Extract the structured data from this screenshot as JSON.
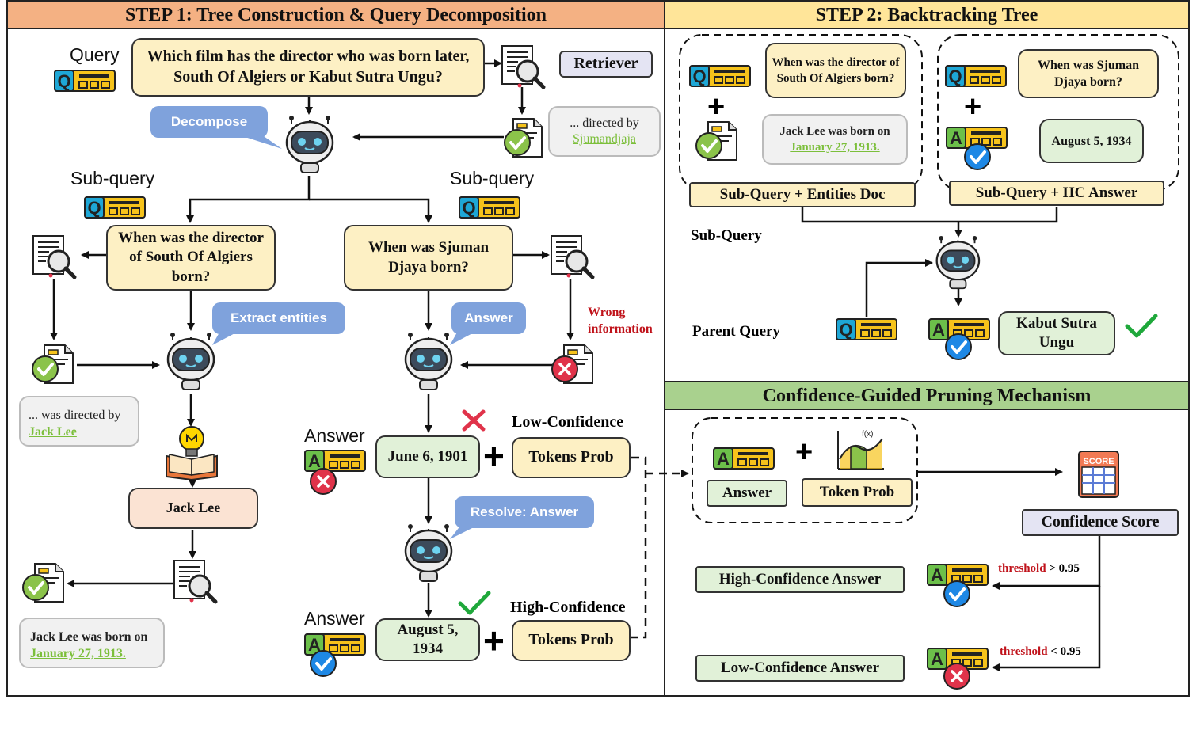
{
  "step1": {
    "title": "STEP 1: Tree  Construction & Query Decomposition",
    "query_label": "Query",
    "query_text": "Which film has the director who was born later, South Of Algiers or Kabut Sutra Ungu?",
    "retriever": "Retriever",
    "retrieved_prefix": "... directed by",
    "retrieved_entity": "Sjumandjaja",
    "decompose": "Decompose",
    "subquery_label": "Sub-query",
    "subquery_left": "When was the director of South Of Algiers born?",
    "subquery_right": "When was Sjuman Djaya born?",
    "extract_entities": "Extract entities",
    "answer_bubble": "Answer",
    "wrong_information": "Wrong information",
    "doc_left_prefix": "... was directed by",
    "doc_left_entity": "Jack Lee",
    "entity_node": "Jack Lee",
    "born_prefix": "Jack Lee was born on",
    "born_date": "January 27, 1913.",
    "answer_label": "Answer",
    "low_answer": "June 6, 1901",
    "low_confidence": "Low-Confidence",
    "tokens_prob": "Tokens Prob",
    "resolve_bubble": "Resolve: Answer",
    "high_answer": "August 5, 1934",
    "high_confidence": "High-Confidence",
    "plus": "+"
  },
  "step2": {
    "title": "STEP 2: Backtracking Tree",
    "q1": "When was the director of South Of Algiers born?",
    "doc1_prefix": "Jack Lee was born on",
    "doc1_date": "January 27, 1913.",
    "q2": "When was Sjuman Djaya born?",
    "a2": "August 5, 1934",
    "label1": "Sub-Query + Entities Doc",
    "label2": "Sub-Query + HC Answer",
    "subquery_label": "Sub-Query",
    "parent_label": "Parent Query",
    "final_answer": "Kabut Sutra Ungu",
    "plus": "+"
  },
  "pruning": {
    "title": "Confidence-Guided Pruning Mechanism",
    "answer": "Answer",
    "token_prob": "Token Prob",
    "score_label": "SCORE",
    "confidence_score": "Confidence Score",
    "high_answer": "High-Confidence Answer",
    "low_answer": "Low-Confidence Answer",
    "threshold_word": "threshold",
    "threshold_high": "> 0.95",
    "threshold_low": "< 0.95",
    "fx_label": "f(x)",
    "plus": "+"
  },
  "colors": {
    "step1_header": "#f4b183",
    "step2_header": "#ffe599",
    "pruning_header": "#a9d18e",
    "icon_cyan": "#1ea7d6",
    "icon_yellow": "#f6c31b",
    "bubble_blue": "#7fa2dc",
    "check_green": "#8bc34a",
    "x_red": "#e0334a",
    "link_green": "#7cbf3b",
    "threshold_red": "#c0121a"
  },
  "icons": [
    "q-card-icon",
    "a-card-icon",
    "robot-icon",
    "doc-check-icon",
    "doc-x-icon",
    "doc-search-icon",
    "book-bulb-icon",
    "score-icon",
    "chart-icon",
    "checkmark-icon",
    "cross-icon"
  ]
}
